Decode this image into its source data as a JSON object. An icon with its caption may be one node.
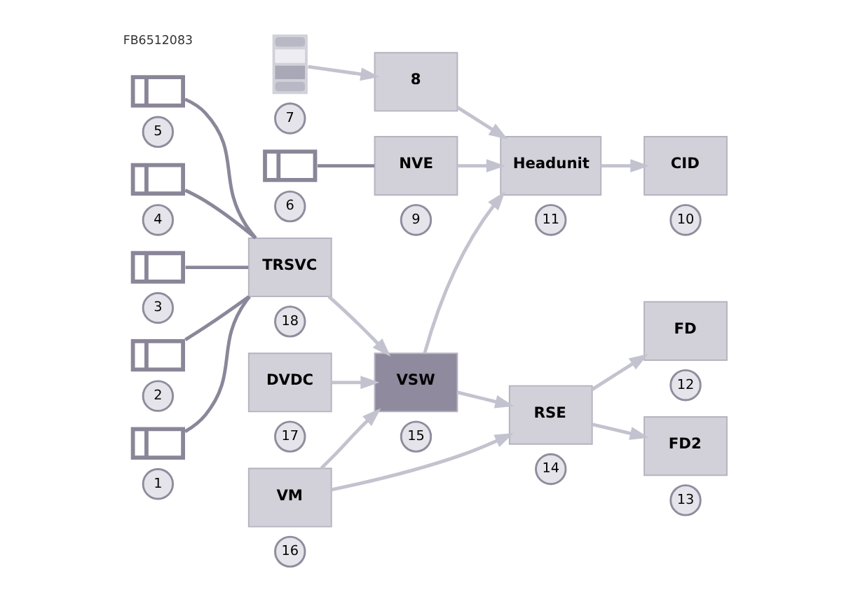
{
  "diagram": {
    "nodes": [
      {
        "text": [],
        "shape": "picture",
        "beside": [
          "7"
        ]
      },
      {
        "text": [
          "8"
        ]
      },
      {
        "text": [
          "CID"
        ],
        "beside": [
          "10"
        ]
      },
      {
        "text": [],
        "shape": "picture",
        "beside": [
          "6"
        ]
      },
      {
        "text": [
          "NVE"
        ],
        "beside": [
          "9"
        ]
      },
      {
        "text": [
          "Headunit"
        ],
        "beside": [
          "11"
        ]
      },
      {
        "text": [
          "FD"
        ],
        "beside": [
          "12"
        ]
      },
      {
        "text": [
          "FD2"
        ],
        "beside": [
          "13"
        ]
      },
      {
        "text": [],
        "shape": "picture",
        "beside": [
          "5"
        ]
      },
      {
        "text": [
          "TRSVC"
        ],
        "beside": [
          "18"
        ]
      },
      {
        "text": [
          "VSW"
        ],
        "beside": [
          "15"
        ]
      },
      {
        "text": [
          "RSE"
        ],
        "beside": [
          "14"
        ]
      },
      {
        "text": [],
        "shape": "picture",
        "beside": [
          "4"
        ]
      },
      {
        "text": [],
        "shape": "picture",
        "beside": [
          "3"
        ]
      },
      {
        "text": [],
        "shape": "picture",
        "beside": [
          "2"
        ]
      },
      {
        "text": [],
        "shape": "picture",
        "beside": [
          "1"
        ]
      },
      {
        "text": [
          "DVDC"
        ],
        "beside": [
          "17"
        ]
      },
      {
        "text": [
          "VM"
        ],
        "beside": [
          "16"
        ]
      }
    ],
    "edges": [
      {
        "from": 0,
        "to": 1,
        "arrow": "to"
      },
      {
        "from": 1,
        "to": 5,
        "arrow": "to"
      },
      {
        "from": 3,
        "to": 4,
        "arrow": "none",
        "color": "#8b879a"
      },
      {
        "from": 4,
        "to": 5,
        "arrow": "to"
      },
      {
        "from": 5,
        "to": 2,
        "arrow": "to"
      },
      {
        "from": 8,
        "to": 9,
        "arrow": "none",
        "color": "#8b879a"
      },
      {
        "from": 12,
        "to": 9,
        "arrow": "none",
        "color": "#8b879a"
      },
      {
        "from": 13,
        "to": 9,
        "arrow": "none",
        "color": "#8b879a"
      },
      {
        "from": 14,
        "to": 9,
        "arrow": "none",
        "color": "#8b879a"
      },
      {
        "from": 15,
        "to": 9,
        "arrow": "none",
        "color": "#8b879a"
      },
      {
        "from": 9,
        "to": 10,
        "arrow": "to"
      },
      {
        "from": 10,
        "to": 5,
        "arrow": "to"
      },
      {
        "from": 10,
        "to": 11,
        "arrow": "to"
      },
      {
        "from": 11,
        "to": 6,
        "arrow": "to"
      },
      {
        "from": 11,
        "to": 7,
        "arrow": "to"
      },
      {
        "from": 16,
        "to": 10,
        "arrow": "to"
      },
      {
        "from": 17,
        "to": 10,
        "arrow": "to"
      },
      {
        "from": 17,
        "to": 11,
        "arrow": "to"
      }
    ],
    "labels": [
      "FB6512083"
    ]
  }
}
